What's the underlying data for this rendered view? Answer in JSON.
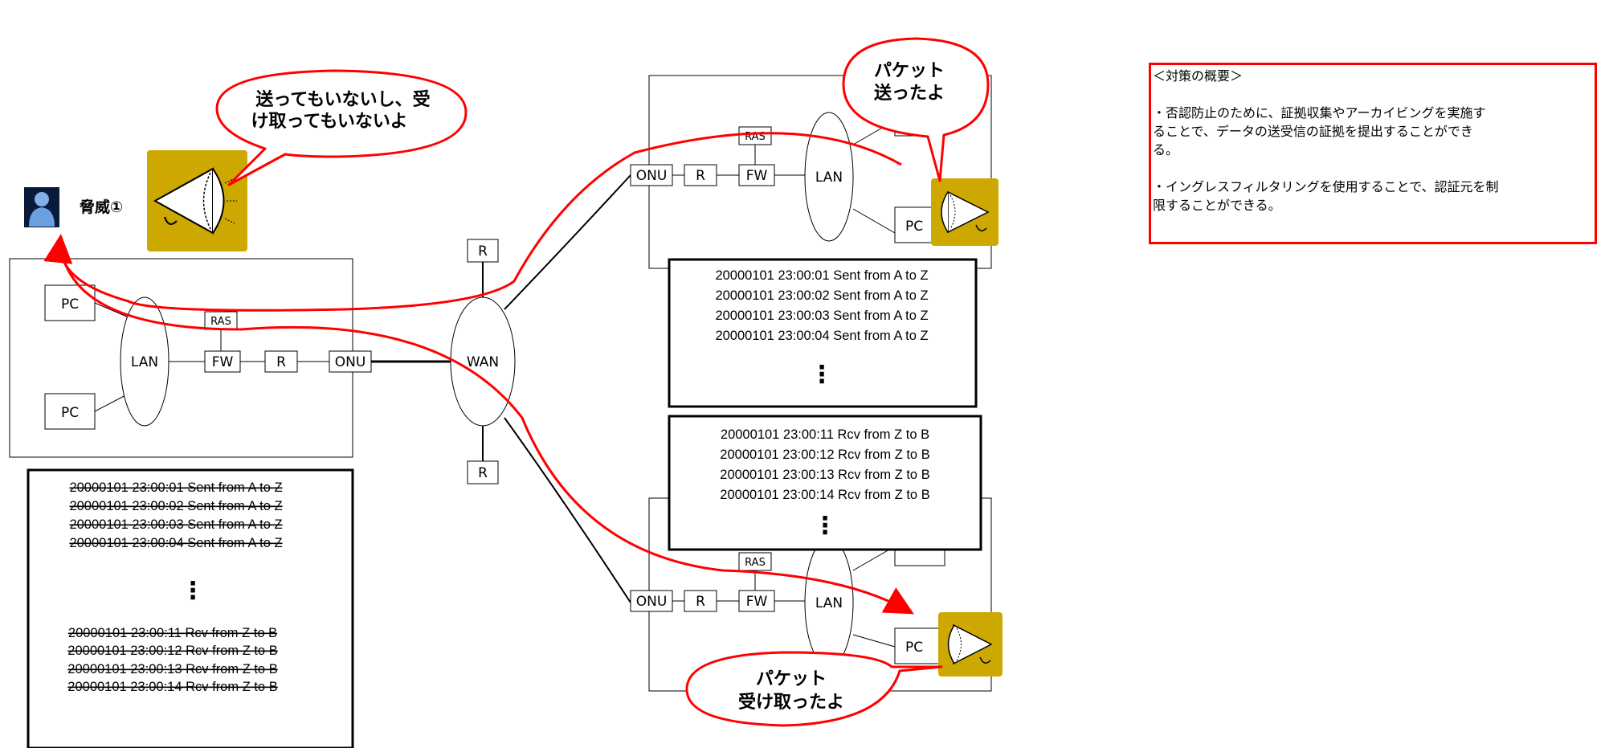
{
  "threat": {
    "label": "脅威①"
  },
  "bubbles": {
    "threat": [
      "送ってもいないし、受",
      "け取ってもいないよ"
    ],
    "sent": [
      "パケット",
      "送ったよ"
    ],
    "received": [
      "パケット",
      "受け取ったよ"
    ]
  },
  "network": {
    "left_site": {
      "pc_top": "PC",
      "pc_bottom": "PC",
      "lan": "LAN",
      "ras": "RAS",
      "fw": "FW",
      "router": "R",
      "onu": "ONU"
    },
    "wan": {
      "label": "WAN",
      "router_top": "R",
      "router_bottom": "R"
    },
    "top_site": {
      "onu": "ONU",
      "router": "R",
      "fw": "FW",
      "ras": "RAS",
      "lan": "LAN",
      "pc": "PC"
    },
    "bottom_site": {
      "onu": "ONU",
      "router": "R",
      "fw": "FW",
      "ras": "RAS",
      "lan": "LAN",
      "pc": "PC"
    }
  },
  "logs": {
    "top_sent": [
      "20000101 23:00:01 Sent from A to Z",
      "20000101 23:00:02 Sent from A to Z",
      "20000101 23:00:03 Sent from A to Z",
      "20000101 23:00:04 Sent from A to Z"
    ],
    "bottom_received": [
      "20000101 23:00:11 Rcv from Z to B",
      "20000101 23:00:12 Rcv from Z to B",
      "20000101 23:00:13 Rcv from Z to B",
      "20000101 23:00:14 Rcv from Z to B"
    ],
    "deleted_sent": [
      "20000101 23:00:01 Sent from A to Z",
      "20000101 23:00:02 Sent from A to Z",
      "20000101 23:00:03 Sent from A to Z",
      "20000101 23:00:04 Sent from A to Z"
    ],
    "deleted_received": [
      "20000101 23:00:11 Rcv from Z to B",
      "20000101 23:00:12 Rcv from Z to B",
      "20000101 23:00:13 Rcv from Z to B",
      "20000101 23:00:14 Rcv from Z to B"
    ],
    "ellipsis": "⋮"
  },
  "note": {
    "title": "＜対策の概要＞",
    "item1": "・否認防止のために、証拠収集やアーカイビングを実施す",
    "item1_cont": "ることで、データの送受信の証拠を提出することができ",
    "item1_end": "る。",
    "item2": "・イングレスフィルタリングを使用することで、認証元を制",
    "item2_cont": "限することができる。"
  },
  "colors": {
    "arrow": "#ff0000",
    "megaphone_bg": "#cca800",
    "bubble_border": "#ff0000"
  }
}
